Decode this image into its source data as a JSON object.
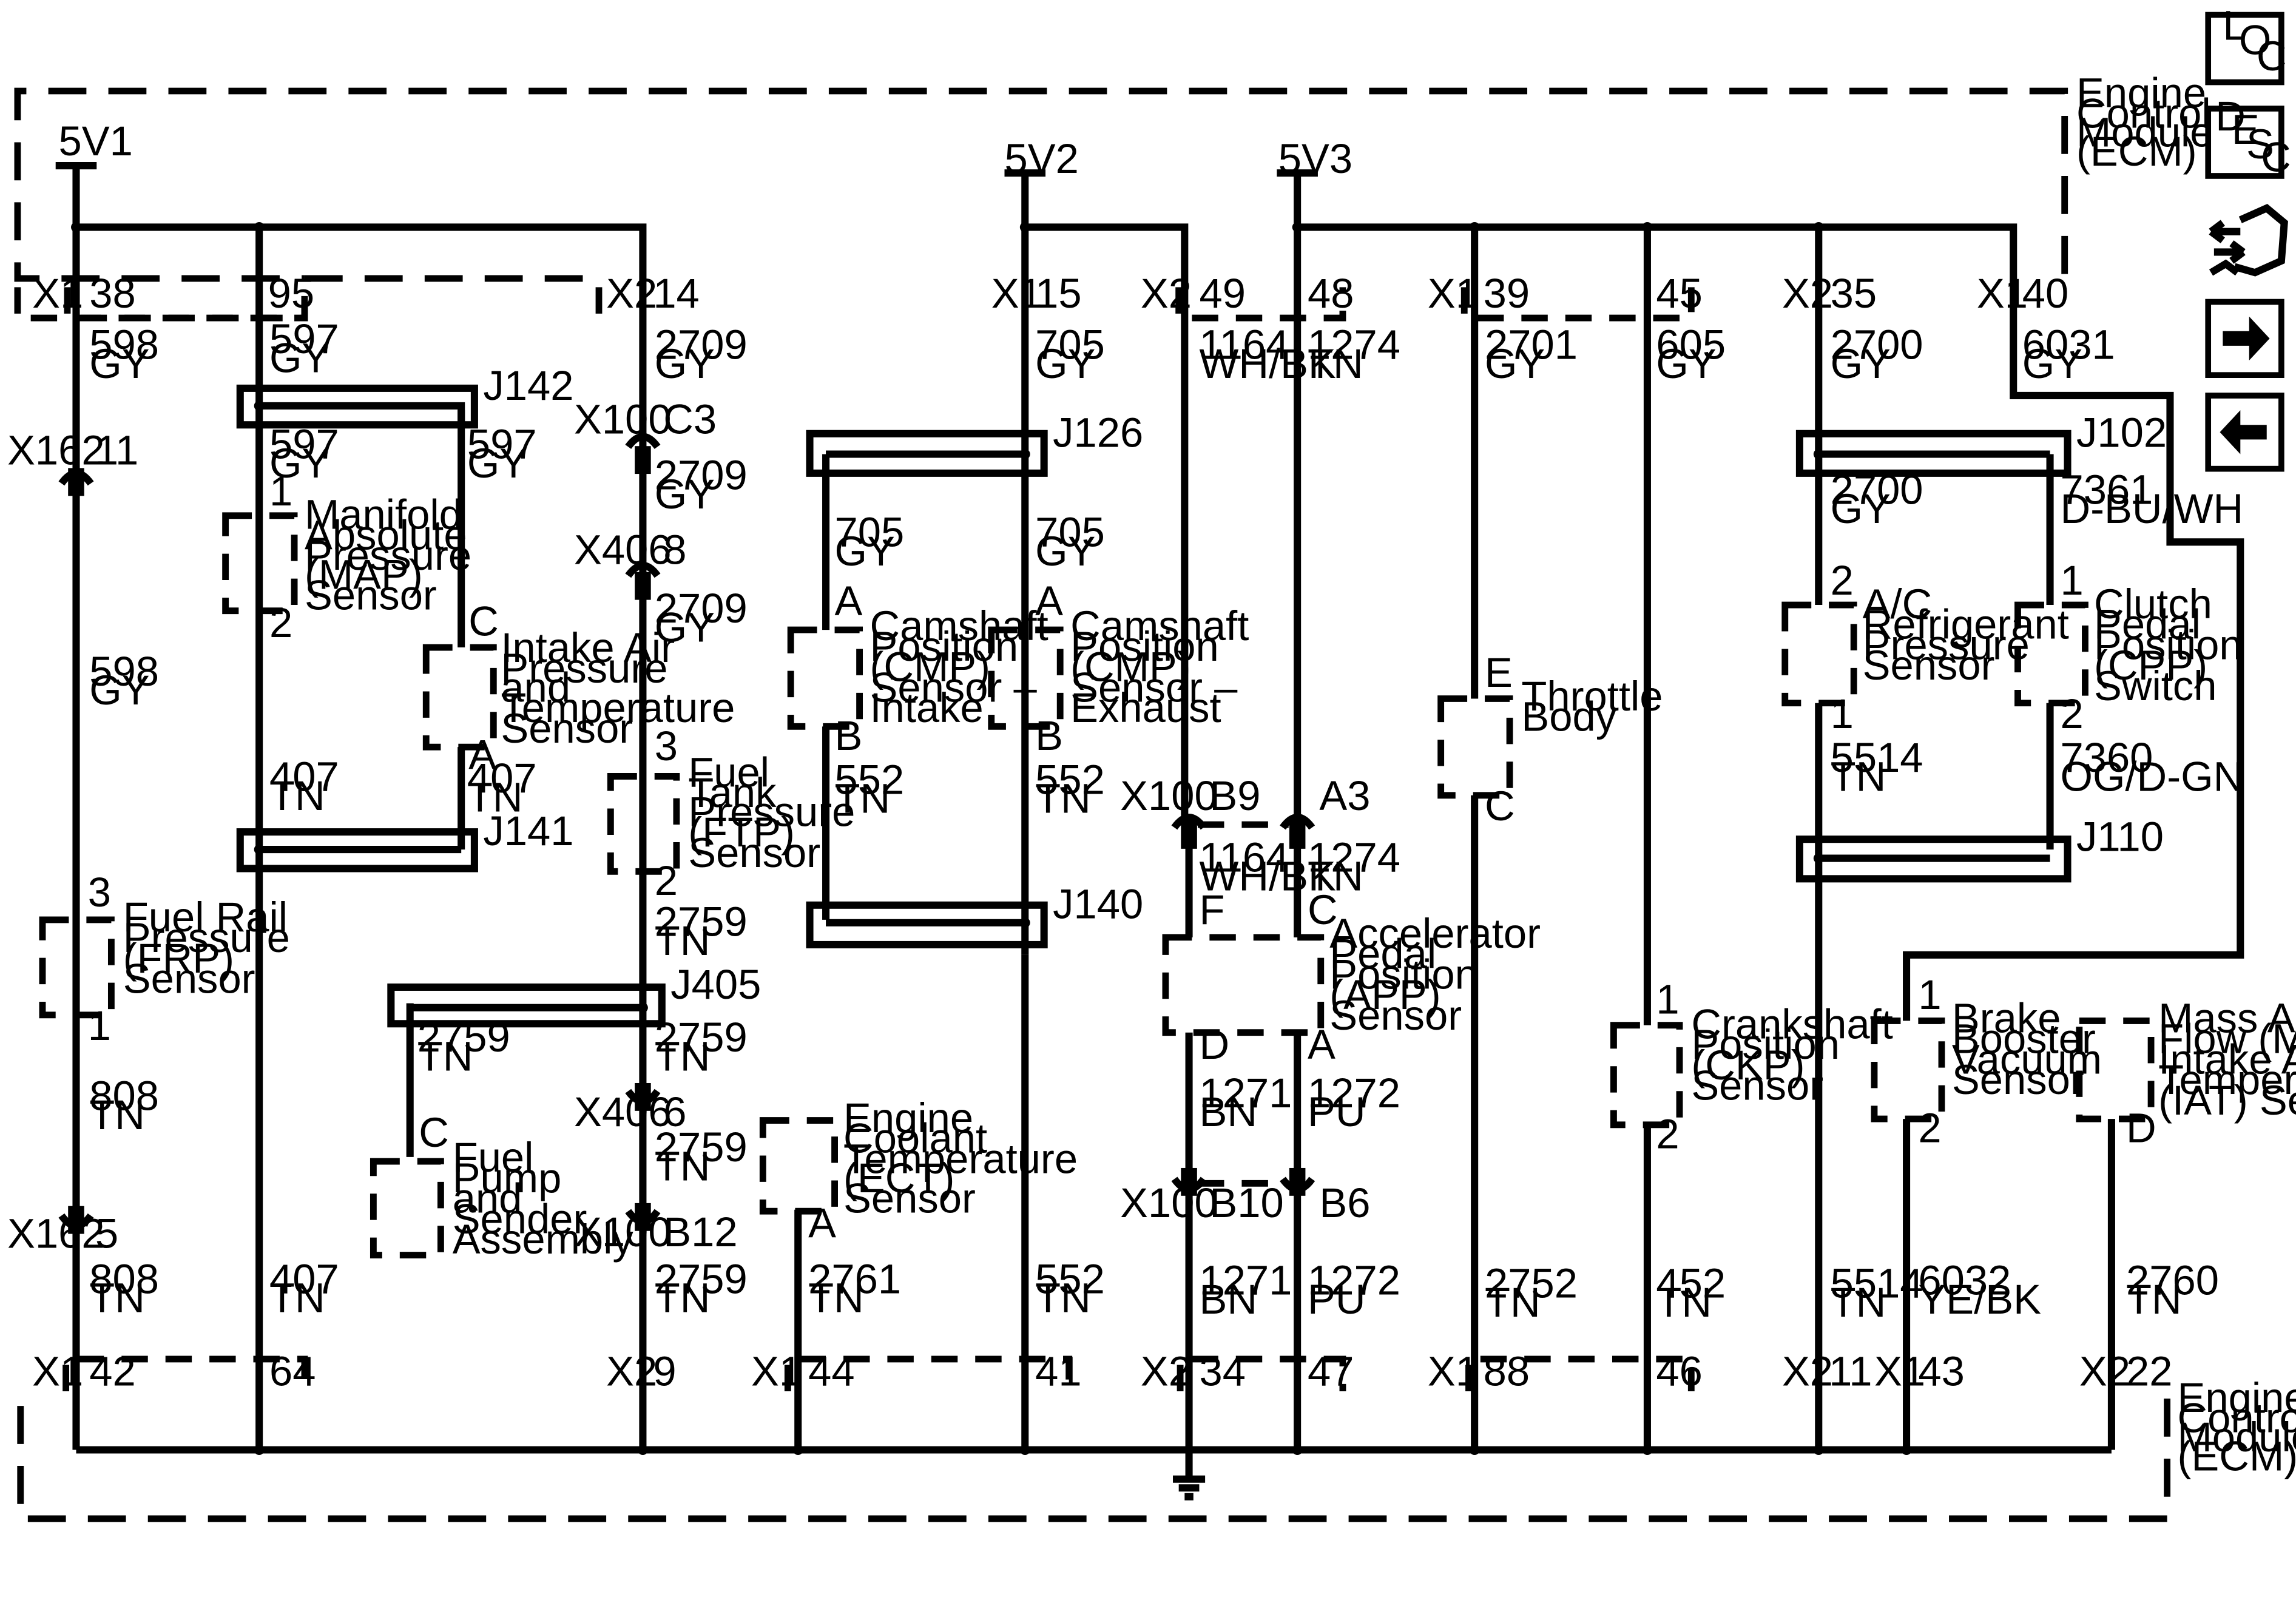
{
  "ecm_label": [
    "Engine",
    "Control",
    "Module",
    "(ECM)"
  ],
  "power": [
    "5V1",
    "5V2",
    "5V3"
  ],
  "ground_symbol": "ground-icon",
  "nav_buttons": [
    {
      "name": "loc-button",
      "icon": "loc-icon",
      "letters": [
        "L",
        "O",
        "C"
      ]
    },
    {
      "name": "desc-button",
      "icon": "desc-icon",
      "letters": [
        "D",
        "E",
        "S",
        "C"
      ]
    },
    {
      "name": "connector-view-button",
      "icon": "connector-hand-icon"
    },
    {
      "name": "next-button",
      "icon": "arrow-right-icon"
    },
    {
      "name": "previous-button",
      "icon": "arrow-left-icon"
    }
  ],
  "connectors_top": [
    "X1",
    "38",
    "95",
    "X2",
    "14",
    "X1",
    "15",
    "X2",
    "49",
    "48",
    "X1",
    "39",
    "45",
    "X2",
    "35",
    "X1",
    "40"
  ],
  "connectors_bottom": [
    "X1",
    "42",
    "64",
    "X2",
    "9",
    "X1",
    "44",
    "41",
    "X2",
    "34",
    "47",
    "X1",
    "88",
    "46",
    "X2",
    "11",
    "X1",
    "43",
    "X2",
    "22"
  ],
  "inline_connectors": [
    "X162",
    "11",
    "X162",
    "5",
    "X100",
    "C3",
    "X406",
    "8",
    "X406",
    "6",
    "X100",
    "B12",
    "X100",
    "B9",
    "A3",
    "X100",
    "B10",
    "B6"
  ],
  "splices": [
    "J142",
    "J141",
    "J405",
    "J126",
    "J140",
    "J102",
    "J110"
  ],
  "wires": [
    [
      "598",
      "GY"
    ],
    [
      "597",
      "GY"
    ],
    [
      "2709",
      "GY"
    ],
    [
      "705",
      "GY"
    ],
    [
      "1164",
      "WH/BK"
    ],
    [
      "1274",
      "TN"
    ],
    [
      "2701",
      "GY"
    ],
    [
      "605",
      "GY"
    ],
    [
      "2700",
      "GY"
    ],
    [
      "6031",
      "GY"
    ],
    [
      "7361",
      "D-BU/WH"
    ],
    [
      "808",
      "TN"
    ],
    [
      "407",
      "TN"
    ],
    [
      "2759",
      "TN"
    ],
    [
      "2761",
      "TN"
    ],
    [
      "552",
      "TN"
    ],
    [
      "1271",
      "BN"
    ],
    [
      "1272",
      "PU"
    ],
    [
      "2752",
      "TN"
    ],
    [
      "452",
      "TN"
    ],
    [
      "5514",
      "TN"
    ],
    [
      "6032",
      "YE/BK"
    ],
    [
      "2760",
      "TN"
    ],
    [
      "7360",
      "OG/D-GN"
    ]
  ],
  "components": [
    {
      "name": "Fuel Rail Pressure (FRP) Sensor",
      "lines": [
        "Fuel Rail",
        "Pressure",
        "(FRP)",
        "Sensor"
      ],
      "pins": [
        "3",
        "1"
      ]
    },
    {
      "name": "Manifold Absolute Pressure (MAP) Sensor",
      "lines": [
        "Manifold",
        "Absolute",
        "Pressure",
        "(MAP)",
        "Sensor"
      ],
      "pins": [
        "1",
        "2"
      ]
    },
    {
      "name": "Intake Air Pressure and Temperature Sensor",
      "lines": [
        "Intake Air",
        "Pressure",
        "and",
        "Temperature",
        "Sensor"
      ],
      "pins": [
        "C",
        "A"
      ]
    },
    {
      "name": "Fuel Tank Pressure (FTP) Sensor",
      "lines": [
        "Fuel",
        "Tank",
        "Pressure",
        "(FTP)",
        "Sensor"
      ],
      "pins": [
        "3",
        "2"
      ]
    },
    {
      "name": "Fuel Pump and Sender Assembly",
      "lines": [
        "Fuel",
        "Pump",
        "and",
        "Sender",
        "Assembly"
      ],
      "pins": [
        "C"
      ]
    },
    {
      "name": "Engine Coolant Temperature (ECT) Sensor",
      "lines": [
        "Engine",
        "Coolant",
        "Temperature",
        "(ECT)",
        "Sensor"
      ],
      "pins": [
        "A"
      ]
    },
    {
      "name": "Camshaft Position (CMP) Sensor - Intake",
      "lines": [
        "Camshaft",
        "Position",
        "(CMP)",
        "Sensor –",
        "Intake"
      ],
      "pins": [
        "A",
        "B"
      ]
    },
    {
      "name": "Camshaft Position (CMP) Sensor - Exhaust",
      "lines": [
        "Camshaft",
        "Position",
        "(CMP)",
        "Sensor –",
        "Exhaust"
      ],
      "pins": [
        "A",
        "B"
      ]
    },
    {
      "name": "Accelerator Pedal Position (APP) Sensor",
      "lines": [
        "Accelerator",
        "Pedal",
        "Position",
        "(APP)",
        "Sensor"
      ],
      "pins": [
        "F",
        "C",
        "D",
        "A"
      ]
    },
    {
      "name": "Throttle Body",
      "lines": [
        "Throttle",
        "Body"
      ],
      "pins": [
        "E",
        "C"
      ]
    },
    {
      "name": "Crankshaft Position (CKP) Sensor",
      "lines": [
        "Crankshaft",
        "Position",
        "(CKP)",
        "Sensor"
      ],
      "pins": [
        "1",
        "2"
      ]
    },
    {
      "name": "A/C Refrigerant Pressure Sensor",
      "lines": [
        "A/C",
        "Refrigerant",
        "Pressure",
        "Sensor"
      ],
      "pins": [
        "2",
        "1"
      ]
    },
    {
      "name": "Clutch Pedal Position (CPP) Switch",
      "lines": [
        "Clutch",
        "Pedal",
        "Position",
        "(CPP)",
        "Switch"
      ],
      "pins": [
        "1",
        "2"
      ]
    },
    {
      "name": "Brake Booster Vacuum Sensor",
      "lines": [
        "Brake",
        "Booster",
        "Vacuum",
        "Sensor"
      ],
      "pins": [
        "1",
        "2"
      ]
    },
    {
      "name": "Mass Air Flow (MAF)/Intake Air Temperature (IAT) Sensor",
      "lines": [
        "Mass Air",
        "Flow (MAF)/",
        "Intake Air",
        "Temperature",
        "(IAT) Sensor"
      ],
      "pins": [
        "D"
      ]
    }
  ]
}
